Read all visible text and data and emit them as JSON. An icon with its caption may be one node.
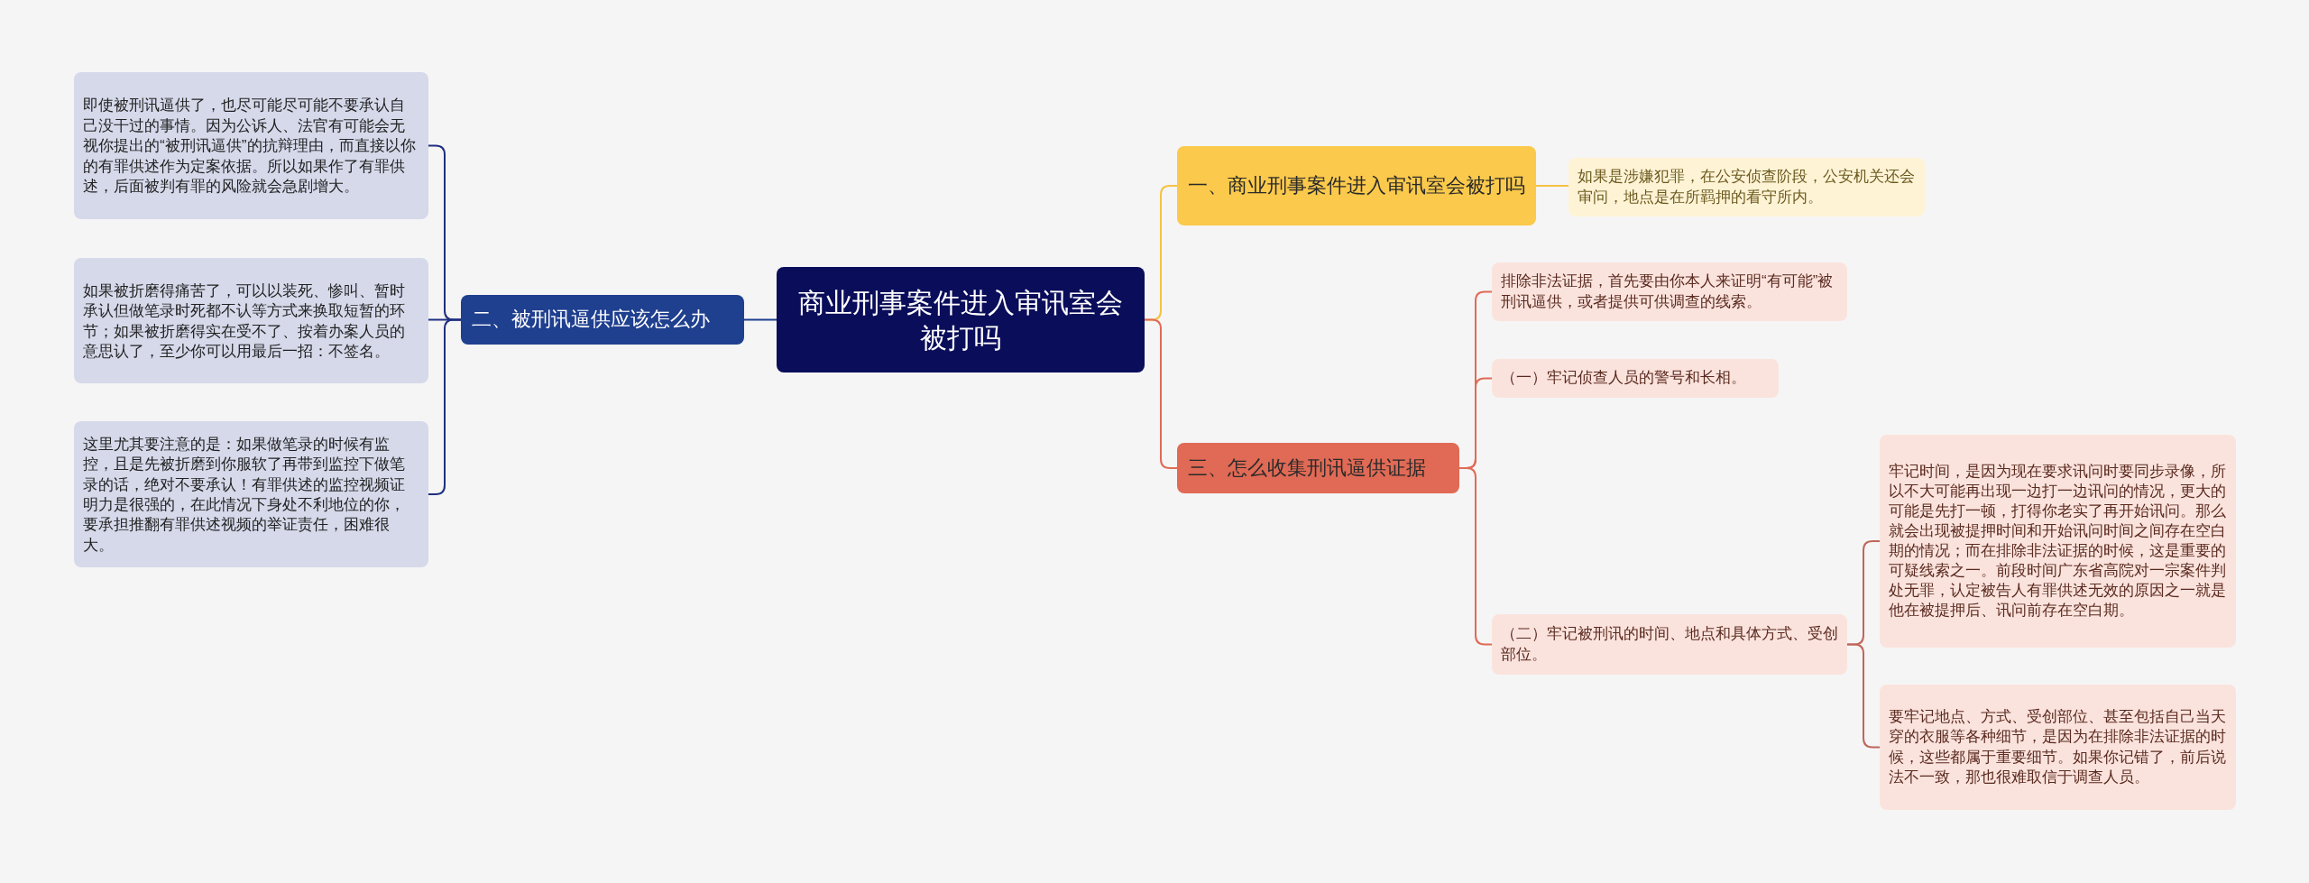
{
  "diagram": {
    "nodes": [
      {
        "text": [
          "商业刑事案件进入审讯室会被打吗"
        ]
      },
      {
        "text": [
          "一、商业刑事案件进入审讯室会被打吗"
        ]
      },
      {
        "text": [
          "如果是涉嫌犯罪，在公安侦查阶段，公安机关还会审问，地点是在所羁押的看守所内。"
        ]
      },
      {
        "text": [
          "二、被刑讯逼供应该怎么办"
        ]
      },
      {
        "text": [
          "即使被刑讯逼供了，也尽可能尽可能不要承认自己没干过的事情。因为公诉人、法官有可能会无视你提出的“被刑讯逼供”的抗辩理由，而直接以你的有罪供述作为定案依据。所以如果作了有罪供述，后面被判有罪的风险就会急剧增大。"
        ]
      },
      {
        "text": [
          "如果被折磨得痛苦了，可以以装死、惨叫、暂时承认但做笔录时死都不认等方式来换取短暂的环节；如果被折磨得实在受不了、按着办案人员的意思认了，至少你可以用最后一招：不签名。"
        ]
      },
      {
        "text": [
          "这里尤其要注意的是：如果做笔录的时候有监控，且是先被折磨到你服软了再带到监控下做笔录的话，绝对不要承认！有罪供述的监控视频证明力是很强的，在此情况下身处不利地位的你，要承担推翻有罪供述视频的举证责任，困难很大。"
        ]
      },
      {
        "text": [
          "三、怎么收集刑讯逼供证据"
        ]
      },
      {
        "text": [
          "排除非法证据，首先要由你本人来证明“有可能”被刑讯逼供，或者提供可供调查的线索。"
        ]
      },
      {
        "text": [
          "（一）牢记侦查人员的警号和长相。"
        ]
      },
      {
        "text": [
          "（二）牢记被刑讯的时间、地点和具体方式、受创部位。"
        ]
      },
      {
        "text": [
          "牢记时间，是因为现在要求讯问时要同步录像，所以不大可能再出现一边打一边讯问的情况，更大的可能是先打一顿，打得你老实了再开始讯问。那么就会出现被提押时间和开始讯问时间之间存在空白期的情况；而在排除非法证据的时候，这是重要的可疑线索之一。前段时间广东省高院对一宗案件判处无罪，认定被告人有罪供述无效的原因之一就是他在被提押后、讯问前存在空白期。"
        ]
      },
      {
        "text": [
          "要牢记地点、方式、受创部位、甚至包括自己当天穿的衣服等各种细节，是因为在排除非法证据的时候，这些都属于重要细节。如果你记错了，前后说法不一致，那也很难取信于调查人员。"
        ]
      }
    ],
    "edges": [
      {
        "from": 0,
        "to": 1,
        "arrow": "none",
        "color": "#f5c242"
      },
      {
        "from": 1,
        "to": 2,
        "arrow": "none",
        "color": "#f5c242"
      },
      {
        "from": 0,
        "to": 3,
        "arrow": "none",
        "color": "#1f3f8f"
      },
      {
        "from": 3,
        "to": 4,
        "arrow": "none",
        "color": "#1f2f80"
      },
      {
        "from": 3,
        "to": 5,
        "arrow": "none",
        "color": "#1f2f80"
      },
      {
        "from": 3,
        "to": 6,
        "arrow": "none",
        "color": "#1f2f80"
      },
      {
        "from": 0,
        "to": 7,
        "arrow": "none",
        "color": "#e06a55"
      },
      {
        "from": 7,
        "to": 8,
        "arrow": "none",
        "color": "#e06a55"
      },
      {
        "from": 7,
        "to": 9,
        "arrow": "none",
        "color": "#e06a55"
      },
      {
        "from": 7,
        "to": 10,
        "arrow": "none",
        "color": "#e06a55"
      },
      {
        "from": 10,
        "to": 11,
        "arrow": "none",
        "color": "#c0665a"
      },
      {
        "from": 10,
        "to": 12,
        "arrow": "none",
        "color": "#c0665a"
      }
    ]
  }
}
